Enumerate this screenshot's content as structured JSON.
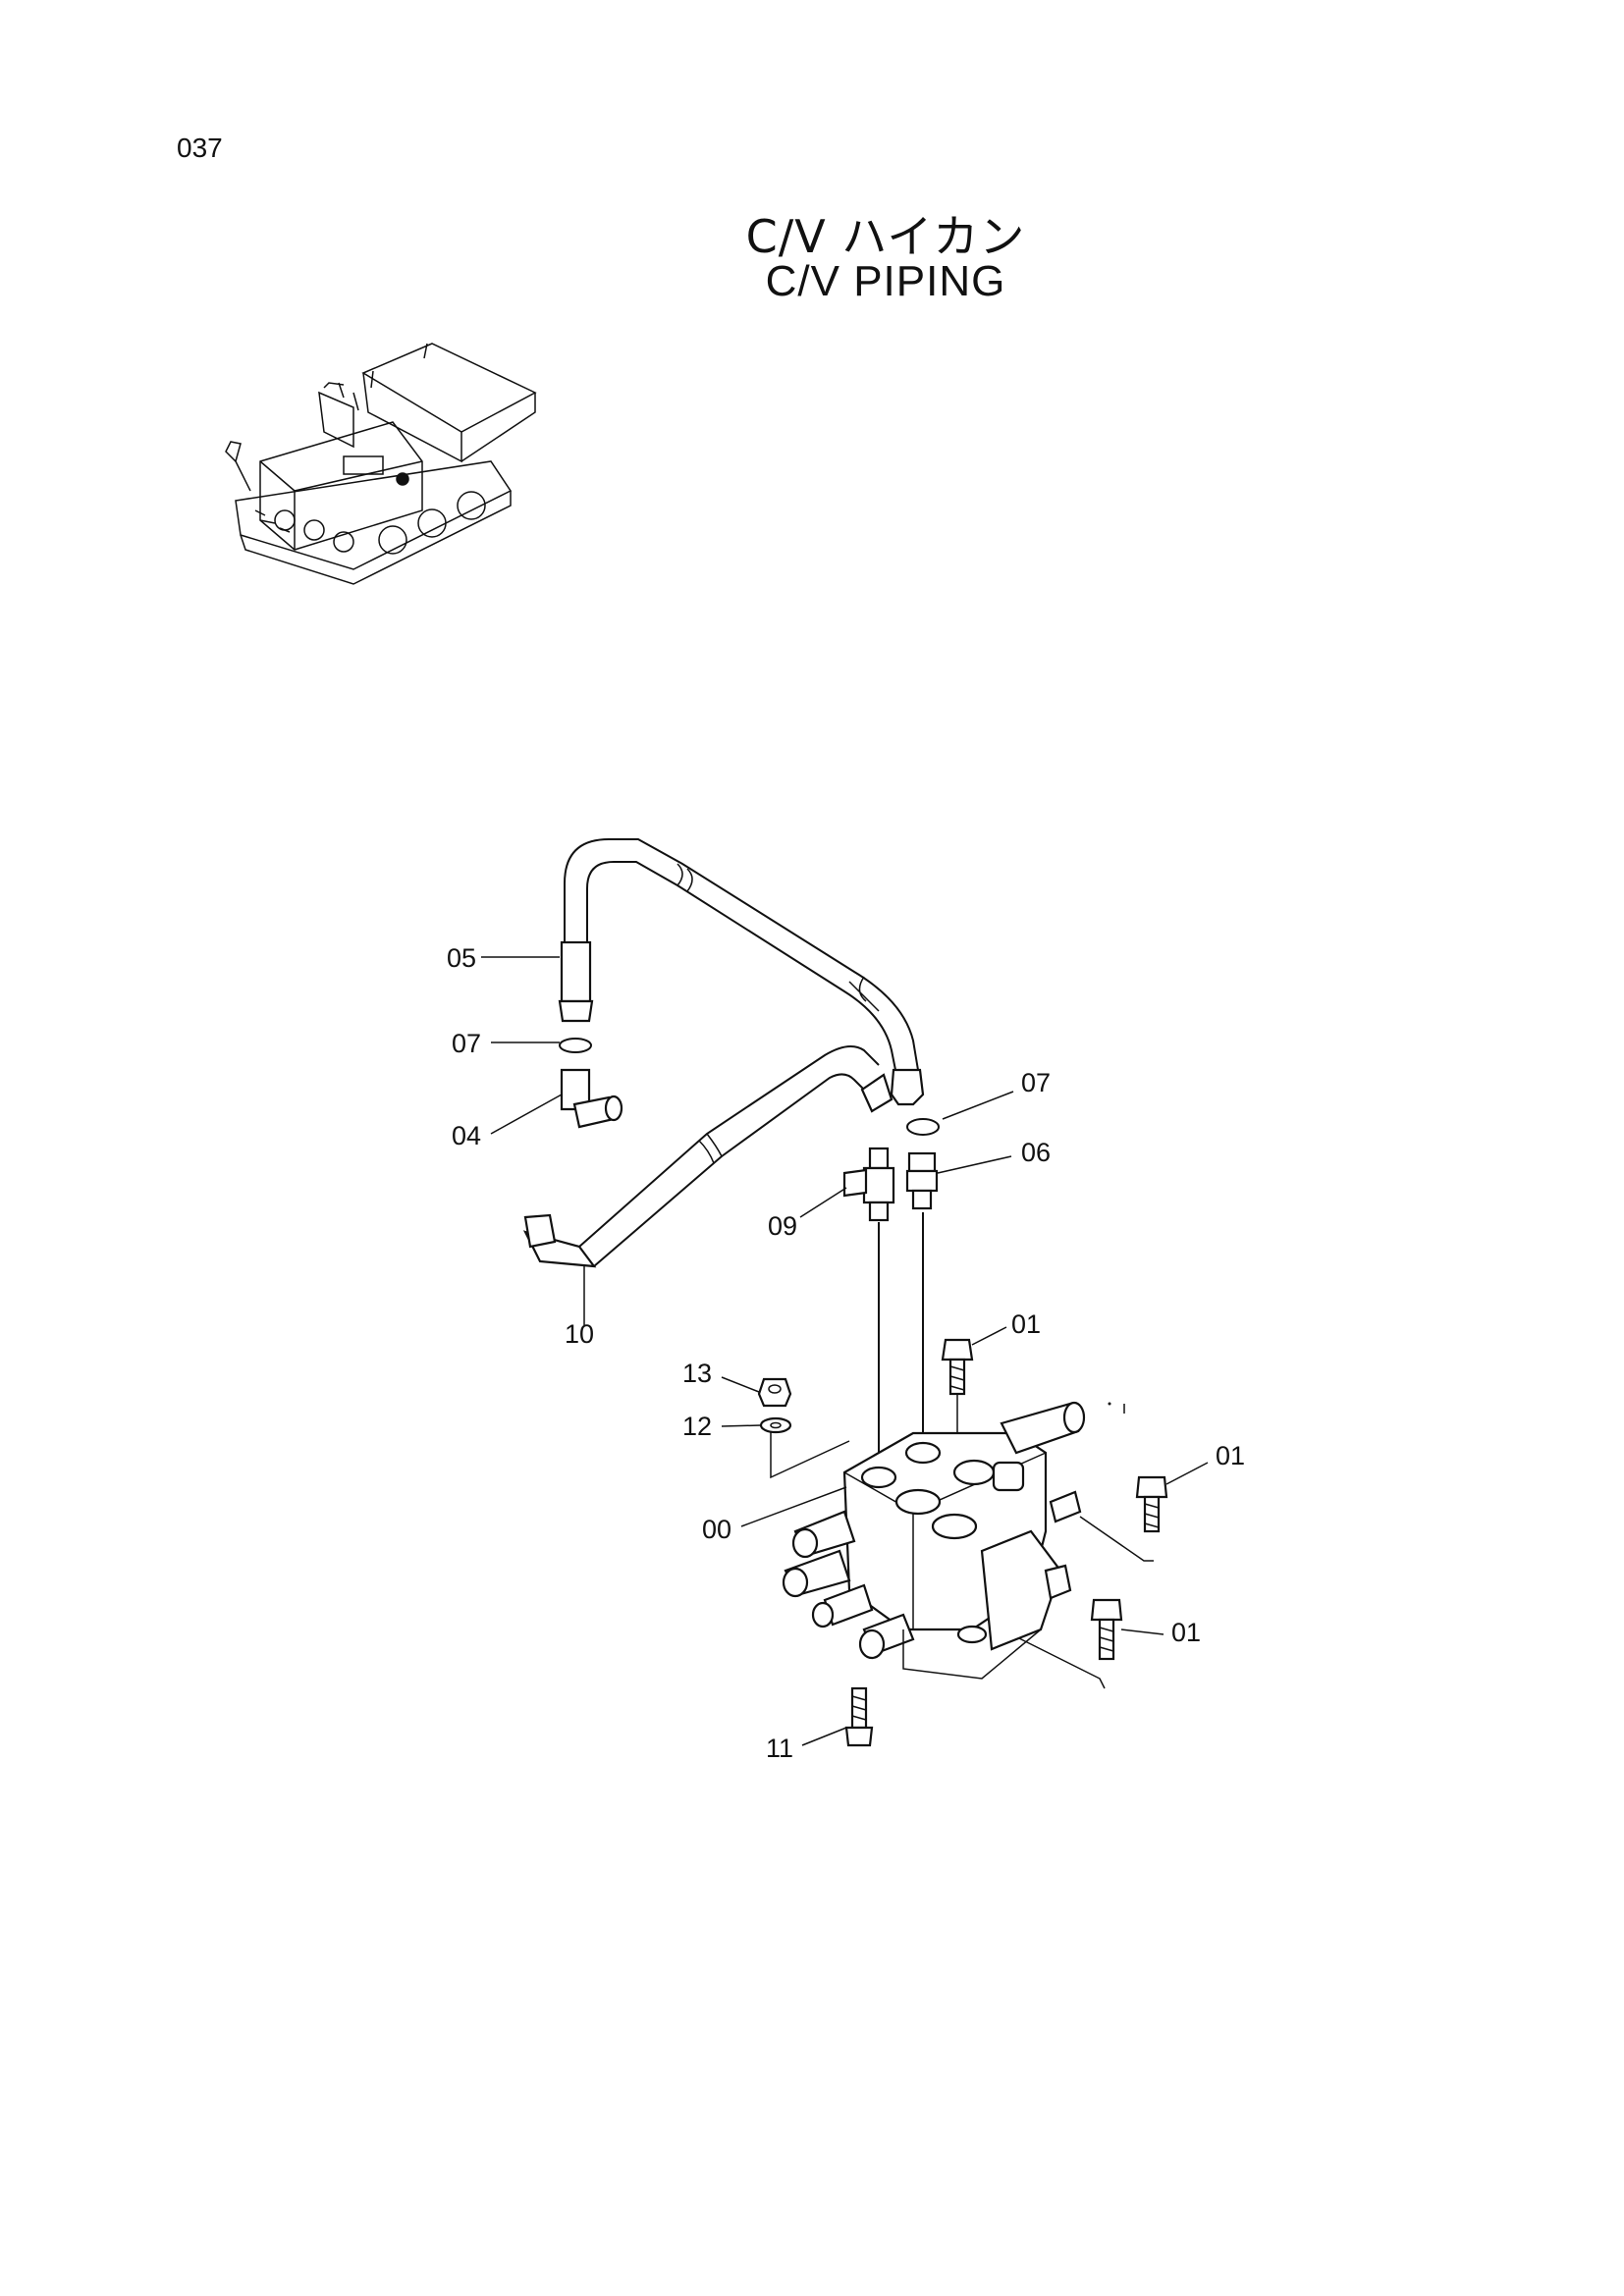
{
  "page_number": "037",
  "title_jp": "C/V ハイカン",
  "title_en": "C/V PIPING",
  "callouts": {
    "c05": "05",
    "c07a": "07",
    "c04": "04",
    "c10": "10",
    "c07b": "07",
    "c06": "06",
    "c09": "09",
    "c01a": "01",
    "c13": "13",
    "c12": "12",
    "c00": "00",
    "c01b": "01",
    "c01c": "01",
    "c11": "11"
  }
}
